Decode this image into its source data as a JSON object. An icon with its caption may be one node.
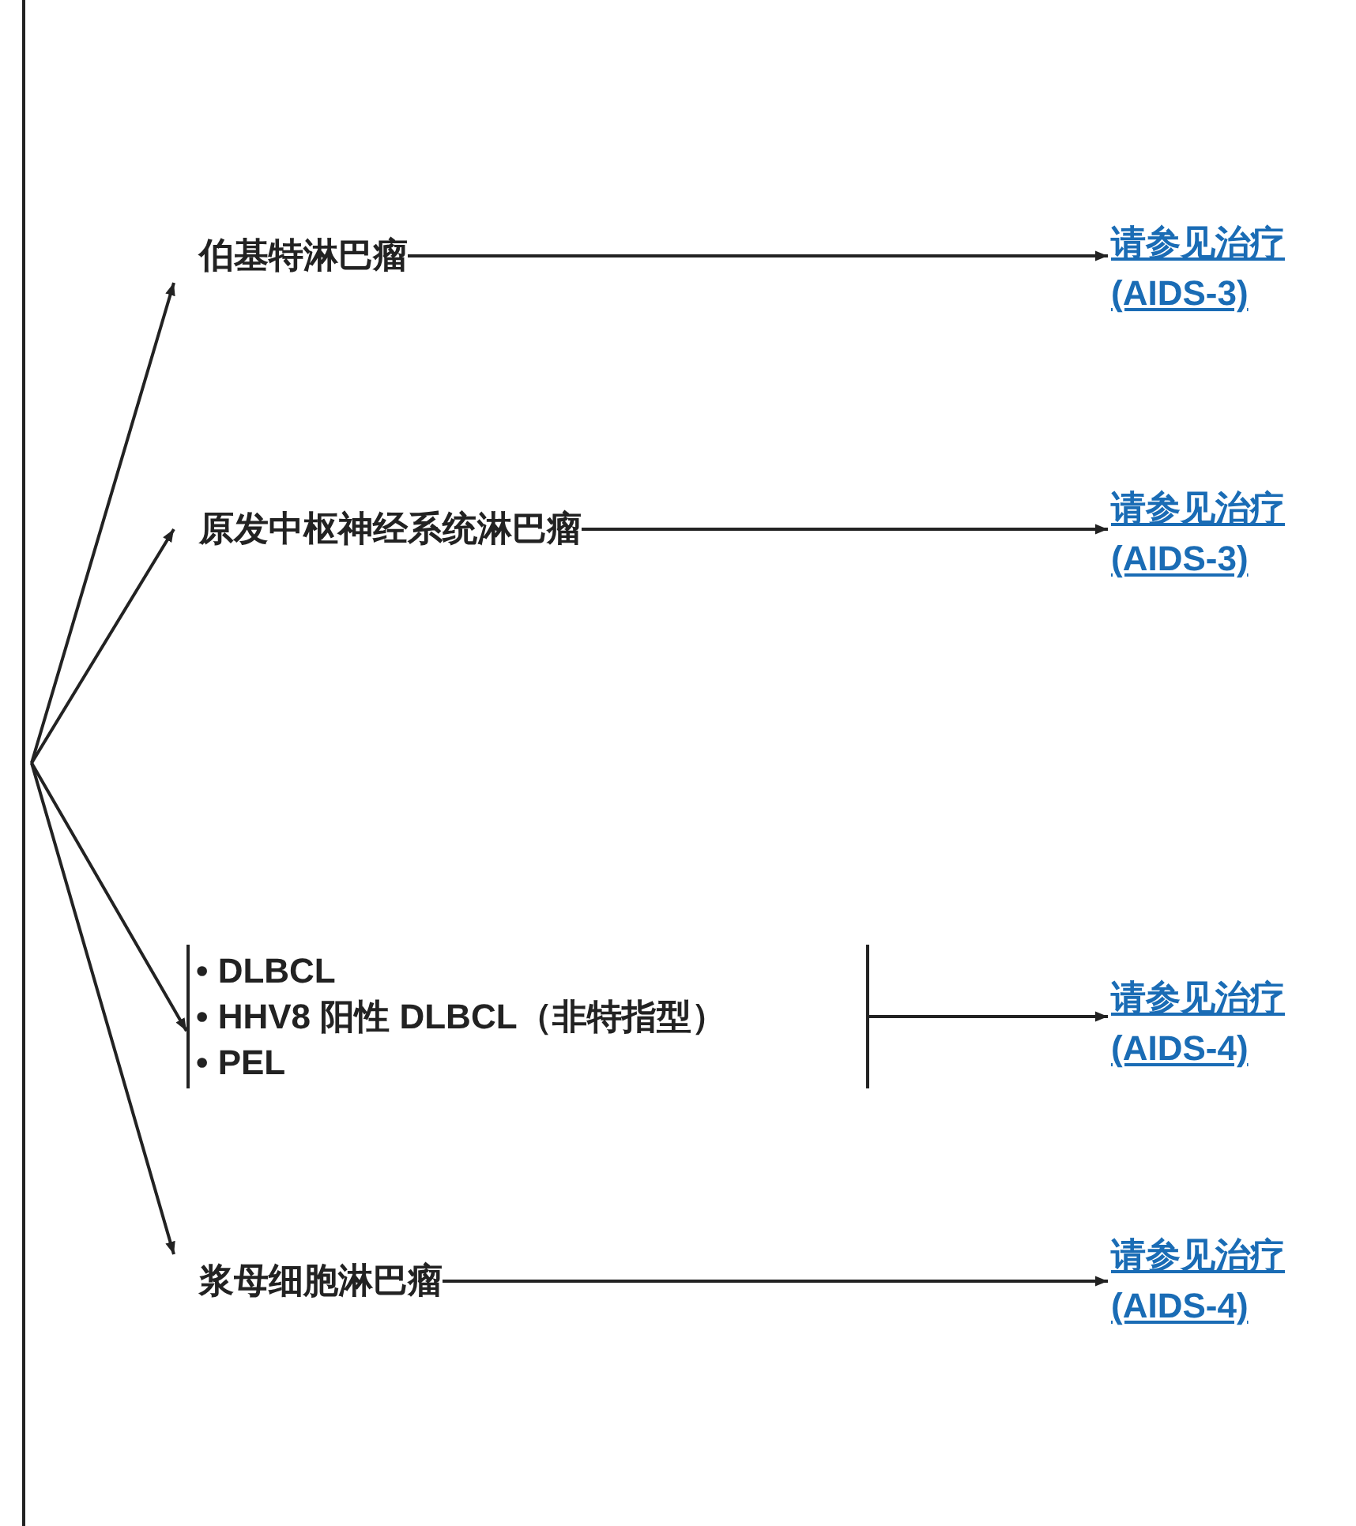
{
  "diagram": {
    "nodes": [
      {
        "text": [
          "伯基特淋巴瘤"
        ]
      },
      {
        "text": [
          "请参见治疗 (AIDS-3)"
        ]
      },
      {
        "text": [
          "原发中枢神经系统淋巴瘤"
        ]
      },
      {
        "text": [
          "请参见治疗 (AIDS-3)"
        ]
      },
      {
        "text": [
          "• DLBCL",
          "• HHV8 阳性 DLBCL（非特指型）",
          "• PEL"
        ]
      },
      {
        "text": [
          "请参见治疗 (AIDS-4)"
        ]
      },
      {
        "text": [
          "浆母细胞淋巴瘤"
        ]
      },
      {
        "text": [
          "请参见治疗 (AIDS-4)"
        ]
      }
    ],
    "edges": [
      {
        "from": null,
        "to": 0,
        "arrow": "to"
      },
      {
        "from": null,
        "to": 2,
        "arrow": "to"
      },
      {
        "from": null,
        "to": 4,
        "arrow": "to"
      },
      {
        "from": null,
        "to": 6,
        "arrow": "to"
      },
      {
        "from": 0,
        "to": 1,
        "arrow": "to"
      },
      {
        "from": 2,
        "to": 3,
        "arrow": "to"
      },
      {
        "from": 4,
        "to": 5,
        "arrow": "to"
      },
      {
        "from": 6,
        "to": 7,
        "arrow": "to"
      }
    ]
  }
}
